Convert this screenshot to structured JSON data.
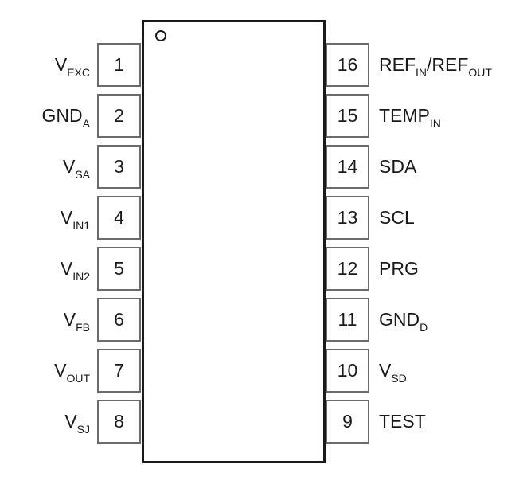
{
  "diagram": {
    "left_pins": [
      {
        "number": "1",
        "name": "V",
        "sub": "EXC"
      },
      {
        "number": "2",
        "name": "GND",
        "sub": "A"
      },
      {
        "number": "3",
        "name": "V",
        "sub": "SA"
      },
      {
        "number": "4",
        "name": "V",
        "sub": "IN1"
      },
      {
        "number": "5",
        "name": "V",
        "sub": "IN2"
      },
      {
        "number": "6",
        "name": "V",
        "sub": "FB"
      },
      {
        "number": "7",
        "name": "V",
        "sub": "OUT"
      },
      {
        "number": "8",
        "name": "V",
        "sub": "SJ"
      }
    ],
    "right_pins": [
      {
        "number": "16",
        "name": "REF",
        "sub": "IN",
        "name2": "/REF",
        "sub2": "OUT"
      },
      {
        "number": "15",
        "name": "TEMP",
        "sub": "IN"
      },
      {
        "number": "14",
        "name": "SDA"
      },
      {
        "number": "13",
        "name": "SCL"
      },
      {
        "number": "12",
        "name": "PRG"
      },
      {
        "number": "11",
        "name": "GND",
        "sub": "D"
      },
      {
        "number": "10",
        "name": "V",
        "sub": "SD"
      },
      {
        "number": "9",
        "name": "TEST"
      }
    ]
  }
}
